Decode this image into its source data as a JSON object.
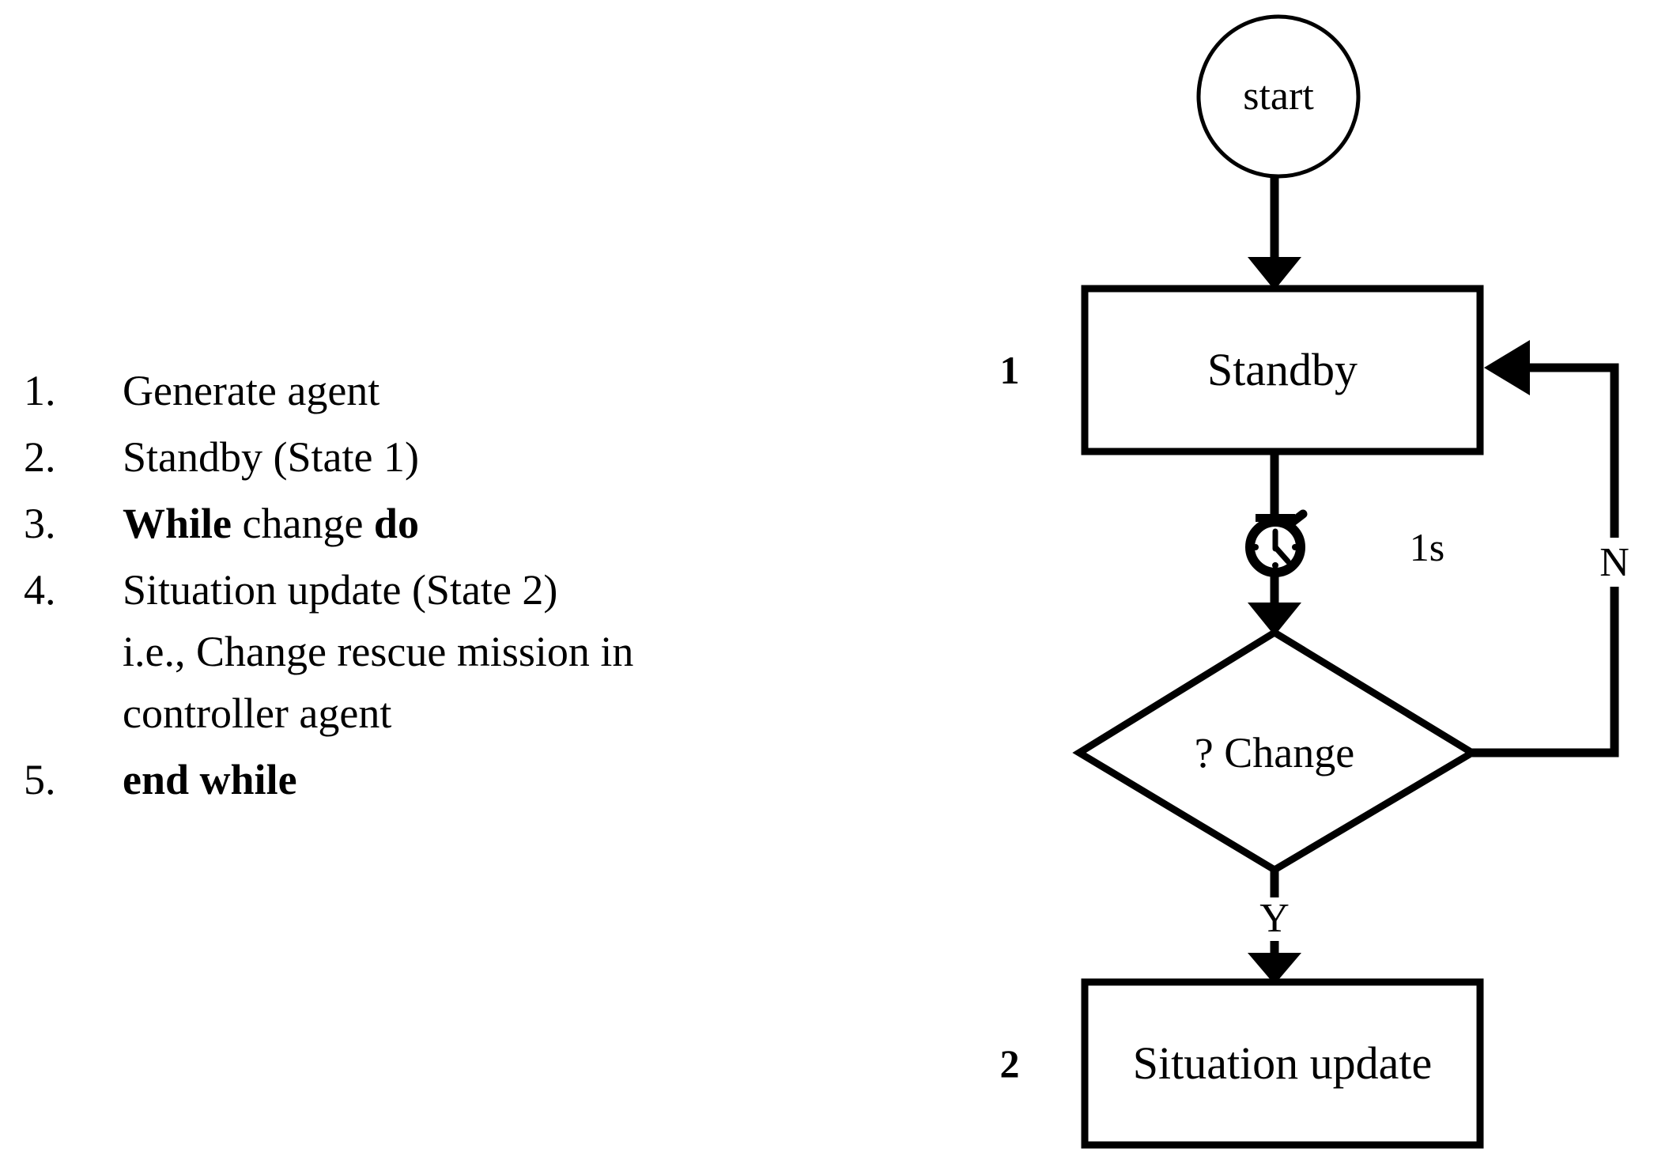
{
  "pseudocode": {
    "steps": [
      {
        "num": "1.",
        "lines": [
          {
            "text": "Generate agent",
            "bold": false
          }
        ]
      },
      {
        "num": "2.",
        "lines": [
          {
            "text": "Standby (State 1)",
            "bold": false
          }
        ]
      },
      {
        "num": "3.",
        "lines": [
          {
            "text": "While",
            "bold": true
          },
          {
            "text": " change ",
            "bold": false
          },
          {
            "text": "do",
            "bold": true
          }
        ]
      },
      {
        "num": "4.",
        "lines": [
          {
            "text": "Situation update (State 2)",
            "bold": false
          }
        ]
      },
      {
        "num": "",
        "lines": [
          {
            "text": "i.e., Change rescue mission in",
            "bold": false
          }
        ]
      },
      {
        "num": "",
        "lines": [
          {
            "text": "controller agent",
            "bold": false
          }
        ]
      },
      {
        "num": "5.",
        "lines": [
          {
            "text": "end while",
            "bold": true
          }
        ]
      }
    ],
    "line1_num": "1.",
    "line1_text": "Generate agent",
    "line2_num": "2.",
    "line2_text": "Standby (State 1)",
    "line3_num": "3.",
    "line3_a": "While",
    "line3_b": " change ",
    "line3_c": "do",
    "line4_num": "4.",
    "line4_text": "Situation update (State 2)",
    "line4_cont1": "i.e., Change rescue mission in",
    "line4_cont2": "controller agent",
    "line5_num": "5.",
    "line5_text": "end while"
  },
  "flowchart": {
    "type": "flowchart",
    "nodes": {
      "start": {
        "label": "start",
        "shape": "circle"
      },
      "standby": {
        "label": "Standby",
        "shape": "rectangle",
        "state_number": "1"
      },
      "decision": {
        "label": "? Change",
        "shape": "diamond"
      },
      "situation_update": {
        "label": "Situation update",
        "shape": "rectangle",
        "state_number": "2"
      }
    },
    "edges": {
      "timer_label": "1s",
      "timer_icon": "stopwatch-icon",
      "no_label": "N",
      "yes_label": "Y"
    }
  },
  "colors": {
    "stroke": "#000000",
    "background": "#ffffff"
  }
}
